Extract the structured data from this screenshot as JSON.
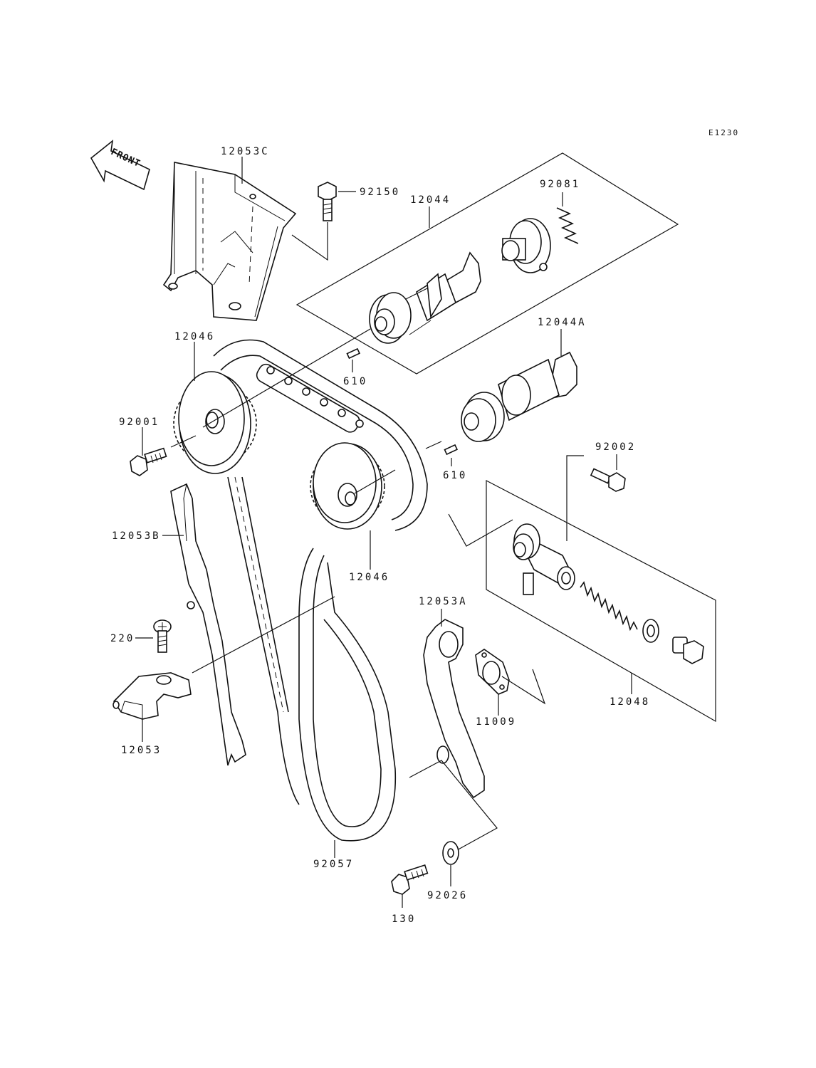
{
  "diagram_code": "E1230",
  "direction_label": "FRONT",
  "labels": {
    "p12053C": "12053C",
    "p92150": "92150",
    "p12044": "12044",
    "p92081": "92081",
    "p12046_top": "12046",
    "p610_top": "610",
    "p12044A": "12044A",
    "p92001": "92001",
    "p92002": "92002",
    "p610_mid": "610",
    "p12053B": "12053B",
    "p12046_mid": "12046",
    "p12053A": "12053A",
    "p220": "220",
    "p11009": "11009",
    "p12048": "12048",
    "p12053": "12053",
    "p92057": "92057",
    "p92026": "92026",
    "p130": "130"
  }
}
